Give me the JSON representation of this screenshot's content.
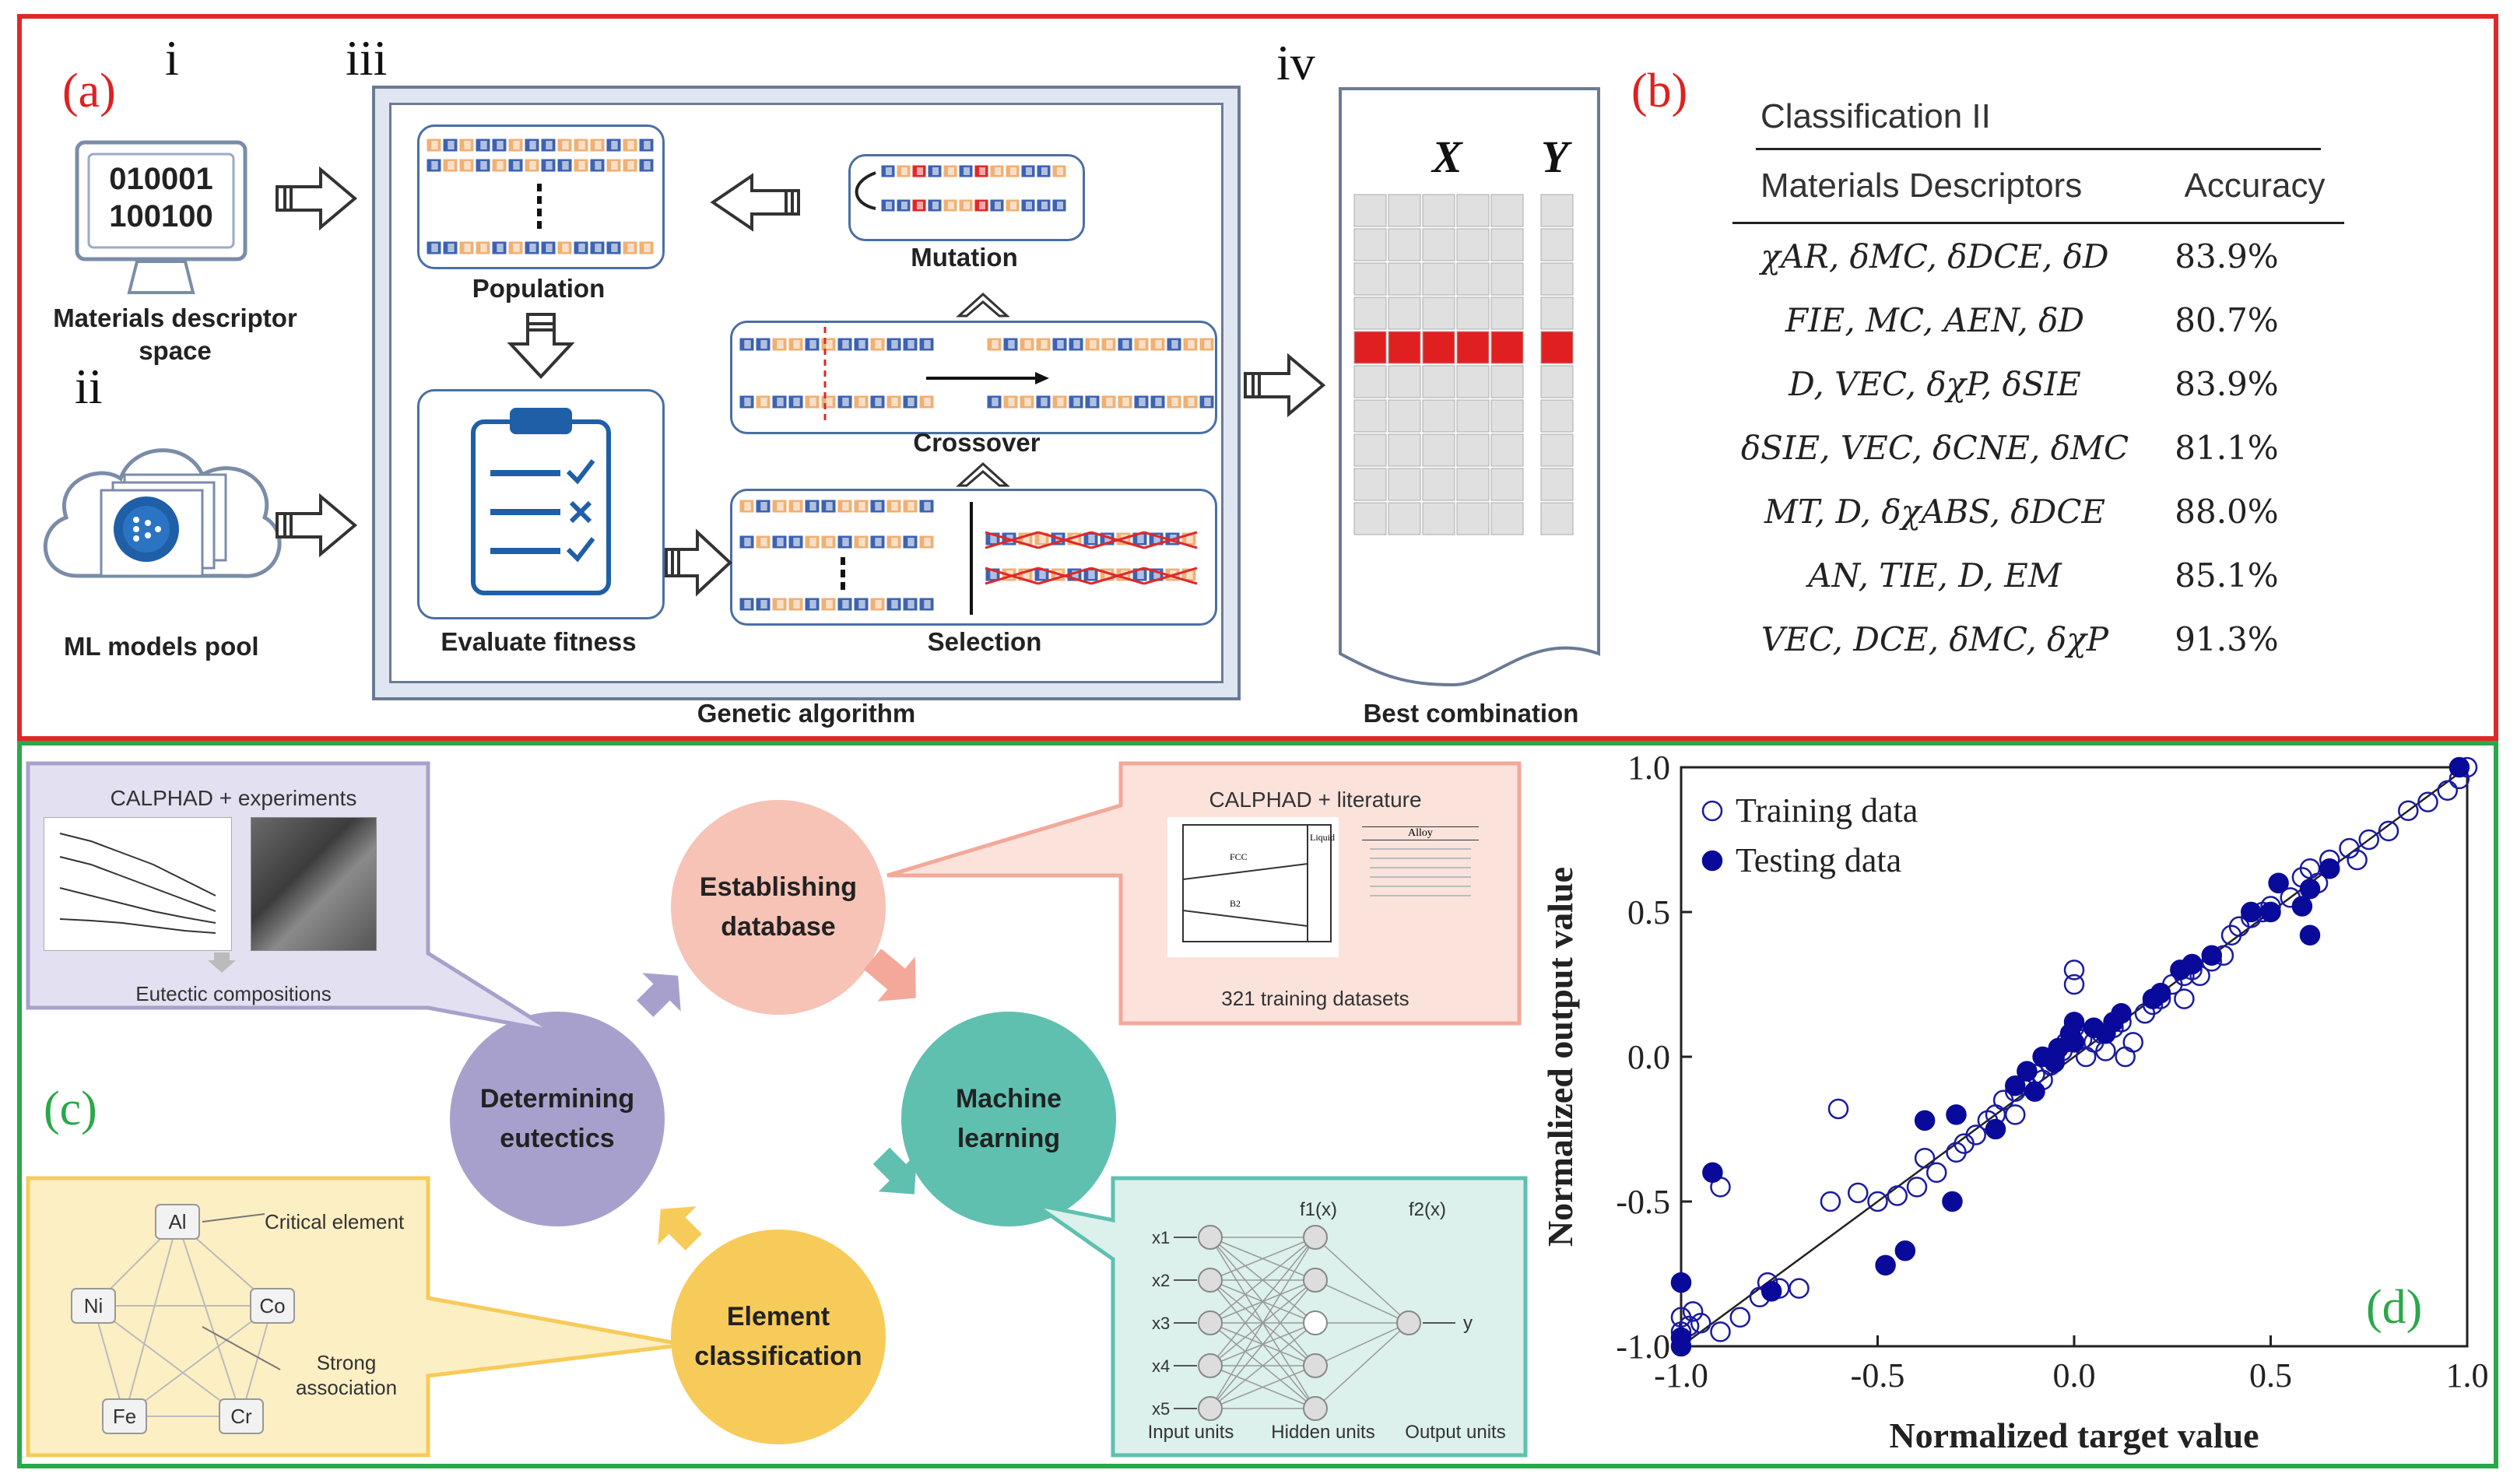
{
  "panel_a": {
    "label": "(a)",
    "roman_i": "i",
    "roman_ii": "ii",
    "roman_iii": "iii",
    "roman_iv": "iv",
    "screen_line1": "010001",
    "screen_line2": "100100",
    "descriptor_caption_1": "Materials descriptor",
    "descriptor_caption_2": "space",
    "ml_pool": "ML models pool",
    "population": "Population",
    "evaluate_fitness": "Evaluate fitness",
    "mutation": "Mutation",
    "crossover": "Crossover",
    "selection": "Selection",
    "genetic_algorithm": "Genetic algorithm",
    "best_combination": "Best combination",
    "col_x": "X",
    "col_y": "Y"
  },
  "panel_b": {
    "label": "(b)",
    "table_title": "Classification II",
    "col1": "Materials Descriptors",
    "col2": "Accuracy",
    "rows": [
      {
        "desc": "χAR, δMC, δDCE, δD",
        "acc": "83.9%"
      },
      {
        "desc": "FIE, MC, AEN, δD",
        "acc": "80.7%"
      },
      {
        "desc": "D, VEC, δχP, δSIE",
        "acc": "83.9%"
      },
      {
        "desc": "δSIE, VEC, δCNE, δMC",
        "acc": "81.1%"
      },
      {
        "desc": "MT, D, δχABS, δDCE",
        "acc": "88.0%"
      },
      {
        "desc": "AN, TIE, D, EM",
        "acc": "85.1%"
      },
      {
        "desc": "VEC, DCE, δMC, δχP",
        "acc": "91.3%"
      }
    ]
  },
  "panel_c": {
    "label": "(c)",
    "circles": {
      "establishing": "Establishing\ndatabase",
      "machine": "Machine\nlearning",
      "element": "Element\nclassification",
      "determining": "Determining\neutectics"
    },
    "calphad_exp": "CALPHAD + experiments",
    "eutectic_comp": "Eutectic compositions",
    "calphad_lit": "CALPHAD + literature",
    "training_sets": "321 training datasets",
    "critical_element": "Critical element",
    "strong_assoc_1": "Strong",
    "strong_assoc_2": "association",
    "nodes": [
      "Al",
      "Co",
      "Cr",
      "Fe",
      "Ni"
    ],
    "nn_input": "Input units",
    "nn_hidden": "Hidden units",
    "nn_output": "Output units",
    "nn_f1": "f1(x)",
    "nn_f2": "f2(x)",
    "nn_y": "y",
    "nn_x": [
      "x1",
      "x2",
      "x3",
      "x4",
      "x5"
    ],
    "fcc": "FCC",
    "b2": "B2",
    "liquid": "Liquid",
    "alloy": "Alloy"
  },
  "panel_d": {
    "label": "(d)",
    "chart_data": {
      "type": "scatter",
      "xlabel": "Normalized target value",
      "ylabel": "Normalized output value",
      "xlim": [
        -1.0,
        1.0
      ],
      "ylim": [
        -1.0,
        1.0
      ],
      "xticks": [
        "-1.0",
        "-0.5",
        "0.0",
        "0.5",
        "1.0"
      ],
      "yticks": [
        "-1.0",
        "-0.5",
        "0.0",
        "0.5",
        "1.0"
      ],
      "legend": [
        "Training data",
        "Testing data"
      ],
      "series": [
        {
          "name": "Training data",
          "marker": "open-circle",
          "color": "#1a1aa0",
          "points": [
            [
              -1.0,
              -0.95
            ],
            [
              -1.0,
              -0.9
            ],
            [
              -0.98,
              -0.93
            ],
            [
              -0.97,
              -0.88
            ],
            [
              -0.95,
              -0.92
            ],
            [
              -0.9,
              -0.95
            ],
            [
              -0.85,
              -0.9
            ],
            [
              -0.8,
              -0.83
            ],
            [
              -0.78,
              -0.78
            ],
            [
              -0.75,
              -0.8
            ],
            [
              -0.7,
              -0.8
            ],
            [
              -0.9,
              -0.45
            ],
            [
              -0.6,
              -0.18
            ],
            [
              -0.62,
              -0.5
            ],
            [
              -0.55,
              -0.47
            ],
            [
              -0.5,
              -0.5
            ],
            [
              -0.45,
              -0.48
            ],
            [
              -0.4,
              -0.45
            ],
            [
              -0.35,
              -0.4
            ],
            [
              -0.3,
              -0.33
            ],
            [
              -0.28,
              -0.3
            ],
            [
              -0.25,
              -0.27
            ],
            [
              -0.2,
              -0.2
            ],
            [
              -0.18,
              -0.15
            ],
            [
              -0.15,
              -0.12
            ],
            [
              -0.12,
              -0.1
            ],
            [
              -0.1,
              -0.06
            ],
            [
              -0.08,
              -0.08
            ],
            [
              -0.06,
              -0.03
            ],
            [
              -0.05,
              0.0
            ],
            [
              -0.03,
              0.02
            ],
            [
              -0.02,
              0.05
            ],
            [
              0.0,
              0.1
            ],
            [
              0.0,
              0.3
            ],
            [
              0.0,
              0.25
            ],
            [
              0.02,
              0.06
            ],
            [
              0.03,
              0.0
            ],
            [
              0.05,
              0.05
            ],
            [
              0.07,
              0.08
            ],
            [
              0.1,
              0.1
            ],
            [
              0.12,
              0.12
            ],
            [
              0.15,
              0.05
            ],
            [
              0.18,
              0.15
            ],
            [
              0.2,
              0.18
            ],
            [
              0.22,
              0.2
            ],
            [
              0.25,
              0.25
            ],
            [
              0.28,
              0.28
            ],
            [
              0.3,
              0.3
            ],
            [
              0.32,
              0.28
            ],
            [
              0.35,
              0.33
            ],
            [
              0.38,
              0.35
            ],
            [
              0.4,
              0.42
            ],
            [
              0.42,
              0.45
            ],
            [
              0.45,
              0.48
            ],
            [
              0.5,
              0.52
            ],
            [
              0.55,
              0.55
            ],
            [
              0.58,
              0.62
            ],
            [
              0.6,
              0.65
            ],
            [
              0.65,
              0.68
            ],
            [
              0.7,
              0.72
            ],
            [
              0.75,
              0.75
            ],
            [
              0.8,
              0.78
            ],
            [
              0.85,
              0.85
            ],
            [
              0.9,
              0.88
            ],
            [
              0.95,
              0.92
            ],
            [
              0.98,
              0.96
            ],
            [
              1.0,
              1.0
            ],
            [
              -0.38,
              -0.35
            ],
            [
              -0.22,
              -0.22
            ],
            [
              -0.15,
              -0.2
            ],
            [
              0.08,
              0.02
            ],
            [
              0.13,
              0.0
            ],
            [
              0.28,
              0.2
            ],
            [
              0.48,
              0.5
            ],
            [
              0.62,
              0.6
            ],
            [
              0.72,
              0.68
            ]
          ]
        },
        {
          "name": "Testing data",
          "marker": "filled-circle",
          "color": "#0a0a9a",
          "points": [
            [
              -1.0,
              -1.0
            ],
            [
              -1.0,
              -0.97
            ],
            [
              -1.0,
              -0.78
            ],
            [
              -0.92,
              -0.4
            ],
            [
              -0.77,
              -0.81
            ],
            [
              -0.48,
              -0.72
            ],
            [
              -0.43,
              -0.67
            ],
            [
              -0.38,
              -0.22
            ],
            [
              -0.31,
              -0.5
            ],
            [
              -0.3,
              -0.2
            ],
            [
              -0.2,
              -0.25
            ],
            [
              -0.15,
              -0.1
            ],
            [
              -0.12,
              -0.05
            ],
            [
              -0.08,
              0.0
            ],
            [
              -0.05,
              -0.02
            ],
            [
              -0.04,
              0.03
            ],
            [
              -0.01,
              0.08
            ],
            [
              0.0,
              0.05
            ],
            [
              0.0,
              0.12
            ],
            [
              0.05,
              0.1
            ],
            [
              0.1,
              0.12
            ],
            [
              0.12,
              0.15
            ],
            [
              0.2,
              0.2
            ],
            [
              0.22,
              0.22
            ],
            [
              0.27,
              0.3
            ],
            [
              0.3,
              0.32
            ],
            [
              0.35,
              0.35
            ],
            [
              0.45,
              0.5
            ],
            [
              0.5,
              0.5
            ],
            [
              0.52,
              0.6
            ],
            [
              0.58,
              0.52
            ],
            [
              0.6,
              0.58
            ],
            [
              0.6,
              0.42
            ],
            [
              0.65,
              0.65
            ],
            [
              0.98,
              1.0
            ],
            [
              -0.1,
              -0.12
            ],
            [
              0.08,
              0.08
            ]
          ]
        }
      ]
    }
  }
}
